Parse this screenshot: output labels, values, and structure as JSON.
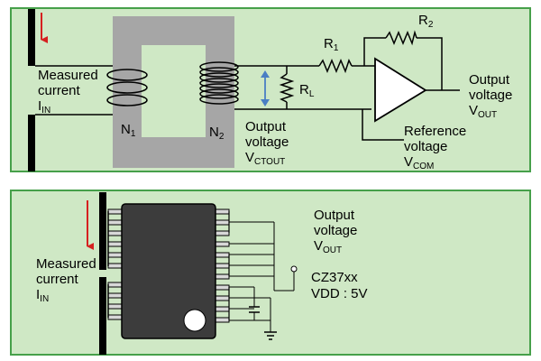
{
  "top": {
    "measured_current": [
      "Measured",
      "current"
    ],
    "iin": {
      "base": "I",
      "sub": "IN"
    },
    "n1": {
      "base": "N",
      "sub": "1"
    },
    "n2": {
      "base": "N",
      "sub": "2"
    },
    "r1": {
      "base": "R",
      "sub": "1"
    },
    "r2": {
      "base": "R",
      "sub": "2"
    },
    "rl": {
      "base": "R",
      "sub": "L"
    },
    "output_ct": [
      "Output",
      "voltage"
    ],
    "vctout": {
      "base": "V",
      "sub": "CTOUT"
    },
    "reference": [
      "Reference",
      "voltage"
    ],
    "vcom": {
      "base": "V",
      "sub": "COM"
    },
    "output_right": [
      "Output",
      "voltage"
    ],
    "vout": {
      "base": "V",
      "sub": "OUT"
    }
  },
  "bottom": {
    "measured_current": [
      "Measured",
      "current"
    ],
    "iin": {
      "base": "I",
      "sub": "IN"
    },
    "output": [
      "Output",
      "voltage"
    ],
    "vout": {
      "base": "V",
      "sub": "OUT"
    },
    "part": "CZ37xx",
    "vdd": "VDD : 5V"
  },
  "colors": {
    "panel_bg": "#cfe8c5",
    "panel_border": "#46a04a",
    "core": "#a6a6a6",
    "current_arrow": "#d62020",
    "voltage_arrow": "#4a7ec4",
    "ic_body": "#3c3c3c"
  }
}
